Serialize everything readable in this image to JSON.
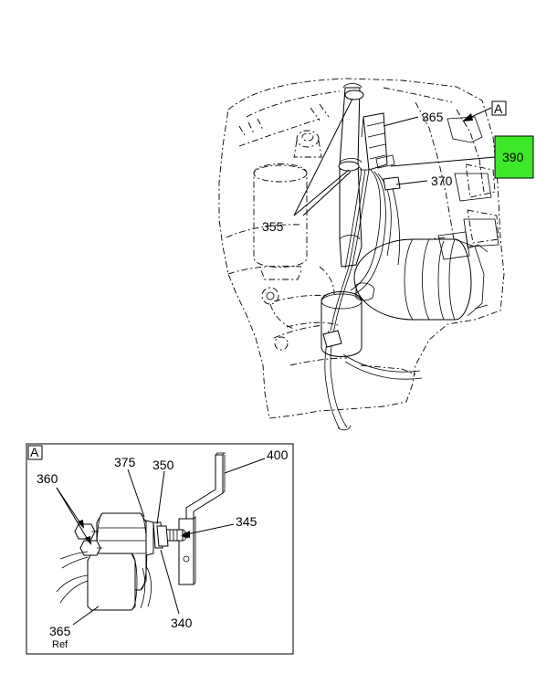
{
  "callouts": {
    "c365": "365",
    "c390": "390",
    "c370": "370",
    "c355": "355",
    "viewA_main": "A",
    "viewA_detail": "A",
    "c360": "360",
    "c375": "375",
    "c350": "350",
    "c400": "400",
    "c345": "345",
    "c340": "340",
    "c365ref": "365",
    "ref": "Ref"
  },
  "colors": {
    "highlight": "#3ee82a",
    "line": "#000000",
    "background": "#ffffff"
  }
}
